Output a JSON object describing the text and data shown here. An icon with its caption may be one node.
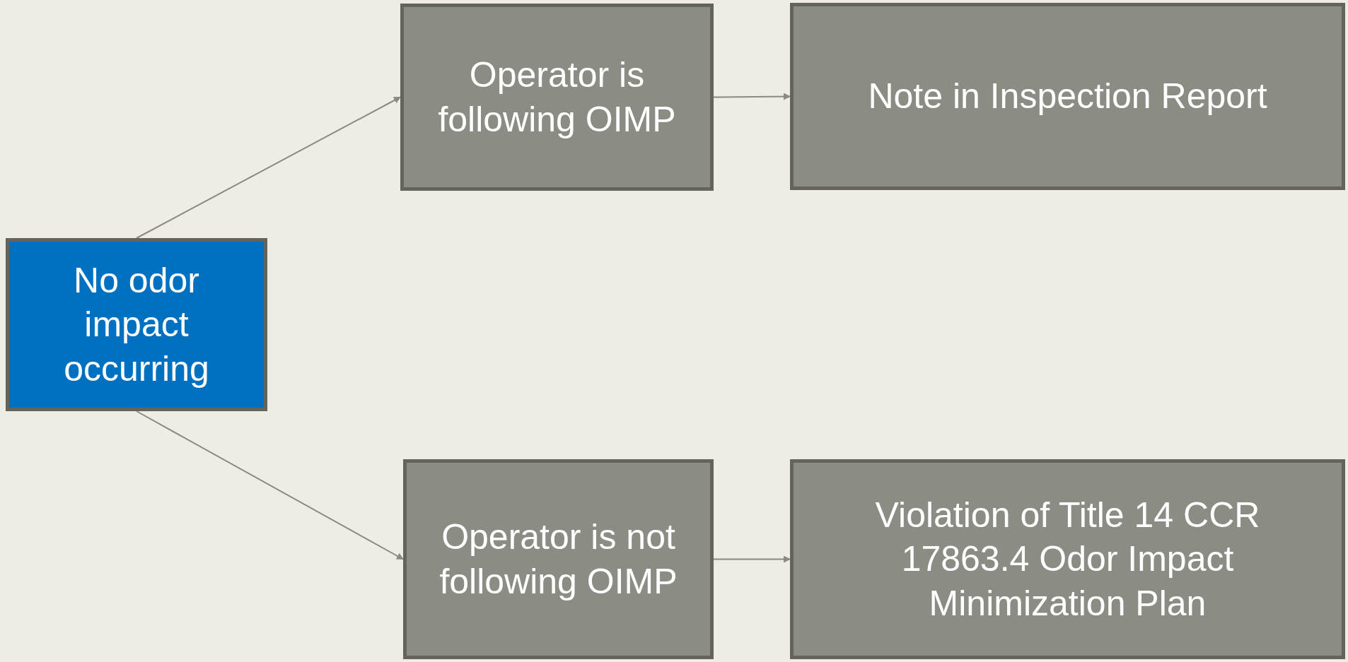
{
  "diagram": {
    "nodes": [
      {
        "text": [
          "No odor impact occurring"
        ]
      },
      {
        "text": [
          "Operator is following OIMP"
        ]
      },
      {
        "text": [
          "Note in Inspection Report"
        ]
      },
      {
        "text": [
          "Operator is not following OIMP"
        ]
      },
      {
        "text": [
          "Violation of Title 14 CCR 17863.4 Odor Impact Minimization Plan"
        ]
      }
    ],
    "edges": [
      {
        "from": 0,
        "to": 1,
        "arrow": "to"
      },
      {
        "from": 1,
        "to": 2,
        "arrow": "to"
      },
      {
        "from": 0,
        "to": 3,
        "arrow": "to"
      },
      {
        "from": 3,
        "to": 4,
        "arrow": "to"
      }
    ]
  }
}
